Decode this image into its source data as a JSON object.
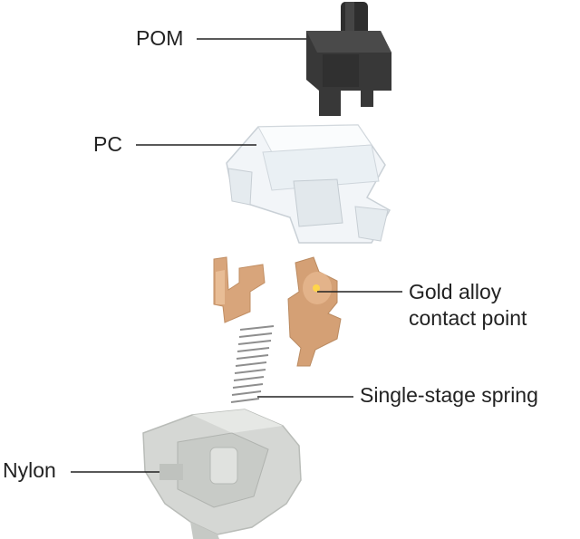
{
  "labels": {
    "stem": "POM",
    "top_housing": "PC",
    "leaf_line1": "Gold alloy",
    "leaf_line2": "contact point",
    "spring": "Single-stage spring",
    "bottom_housing": "Nylon"
  },
  "colors": {
    "stem": "#3a3a3a",
    "top_housing": "#e9eef2",
    "leaf": "#d9a77e",
    "spring": "#9a9a9a",
    "bottom_housing": "#d6d8d6",
    "leader_line": "#222222"
  }
}
